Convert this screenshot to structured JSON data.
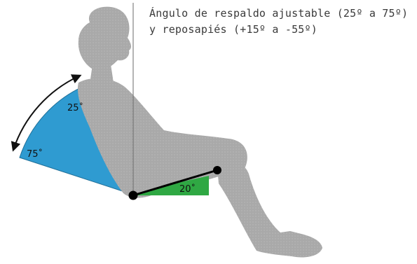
{
  "caption": {
    "line1": "Ángulo de respaldo ajustable (25º a 75º)",
    "line2": "y reposapiés (+15º a -55º)"
  },
  "angles": {
    "backrest_min": "25˚",
    "backrest_max": "75˚",
    "footrest": "20˚"
  },
  "colors": {
    "silhouette": "#a9a9a9",
    "backrest_sector": "#2f9bd1",
    "footrest_sector": "#2fa843",
    "pivot": "#000000",
    "caption_text": "#3a3a3a"
  },
  "icons": {
    "range_arrow": "double-headed-curved-arrow"
  }
}
